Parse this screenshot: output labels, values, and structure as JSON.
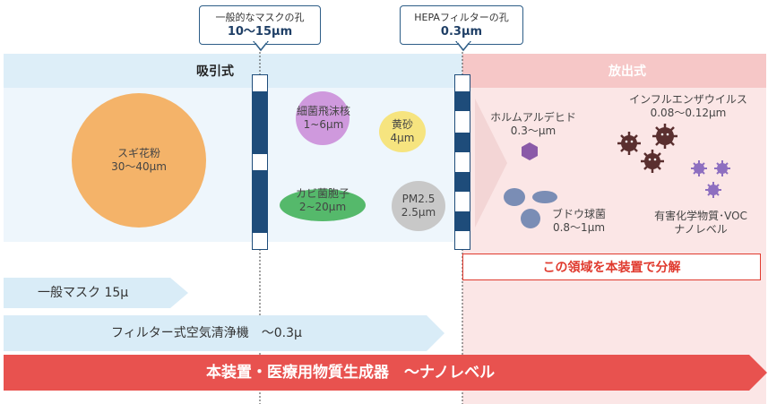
{
  "callouts": {
    "mask": {
      "line1": "一般的なマスクの孔",
      "line2": "10〜15μm"
    },
    "hepa": {
      "line1": "HEPAフィルターの孔",
      "line2": "0.3μm"
    }
  },
  "zones": {
    "suction": "吸引式",
    "release": "放出式"
  },
  "particles": {
    "pollen": {
      "name": "スギ花粉",
      "size": "30〜40μm"
    },
    "droplet": {
      "name": "細菌飛沫核",
      "size": "1~6μm"
    },
    "sand": {
      "name": "黄砂",
      "size": "4μm"
    },
    "mold": {
      "name": "カビ菌胞子",
      "size": "2~20μm"
    },
    "pm25": {
      "name": "PM2.5",
      "size": "2.5μm"
    },
    "formaldehyde": {
      "name": "ホルムアルデヒド",
      "size": "0.3〜μm"
    },
    "influenza": {
      "name": "インフルエンザウイルス",
      "size": "0.08〜0.12μm"
    },
    "staph": {
      "name": "ブドウ球菌",
      "size": "0.8〜1μm"
    },
    "voc": {
      "name": "有害化学物質･VOC",
      "size": "ナノレベル"
    }
  },
  "decompose_label": "この領域を本装置で分解",
  "arrows": {
    "mask": "一般マスク 15μ",
    "filter": "フィルター式空気清浄機　〜0.3μ",
    "device": "本装置・医療用物質生成器　〜ナノレベル"
  },
  "colors": {
    "suction_header": "#ddeef8",
    "suction_body": "#eef6fc",
    "release_header": "#f6c7c7",
    "release_body": "#fbe6e6",
    "filter_bar": "#1e4c7a",
    "device_arrow": "#e8524f",
    "light_arrow": "#d9ecf7",
    "decompose_red": "#e03a2e"
  }
}
